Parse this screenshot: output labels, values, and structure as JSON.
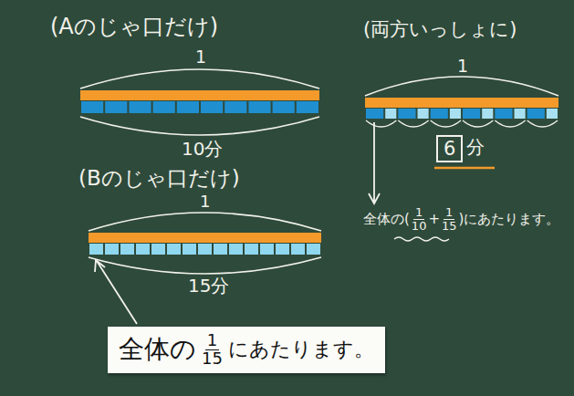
{
  "diagram": {
    "nodes": [
      {
        "text": [
          "全体の",
          "1",
          "15",
          "にあたります。"
        ]
      },
      {
        "text": [
          "6"
        ]
      }
    ],
    "labels": [
      "(Aのじゃ口だけ)",
      "1",
      "10分",
      "(両方いっしょに)",
      "1",
      "分",
      "全体の(",
      "1",
      "10",
      "+",
      "1",
      "15",
      ")にあたります。",
      "(Bのじゃ口だけ)",
      "1",
      "15分"
    ]
  }
}
